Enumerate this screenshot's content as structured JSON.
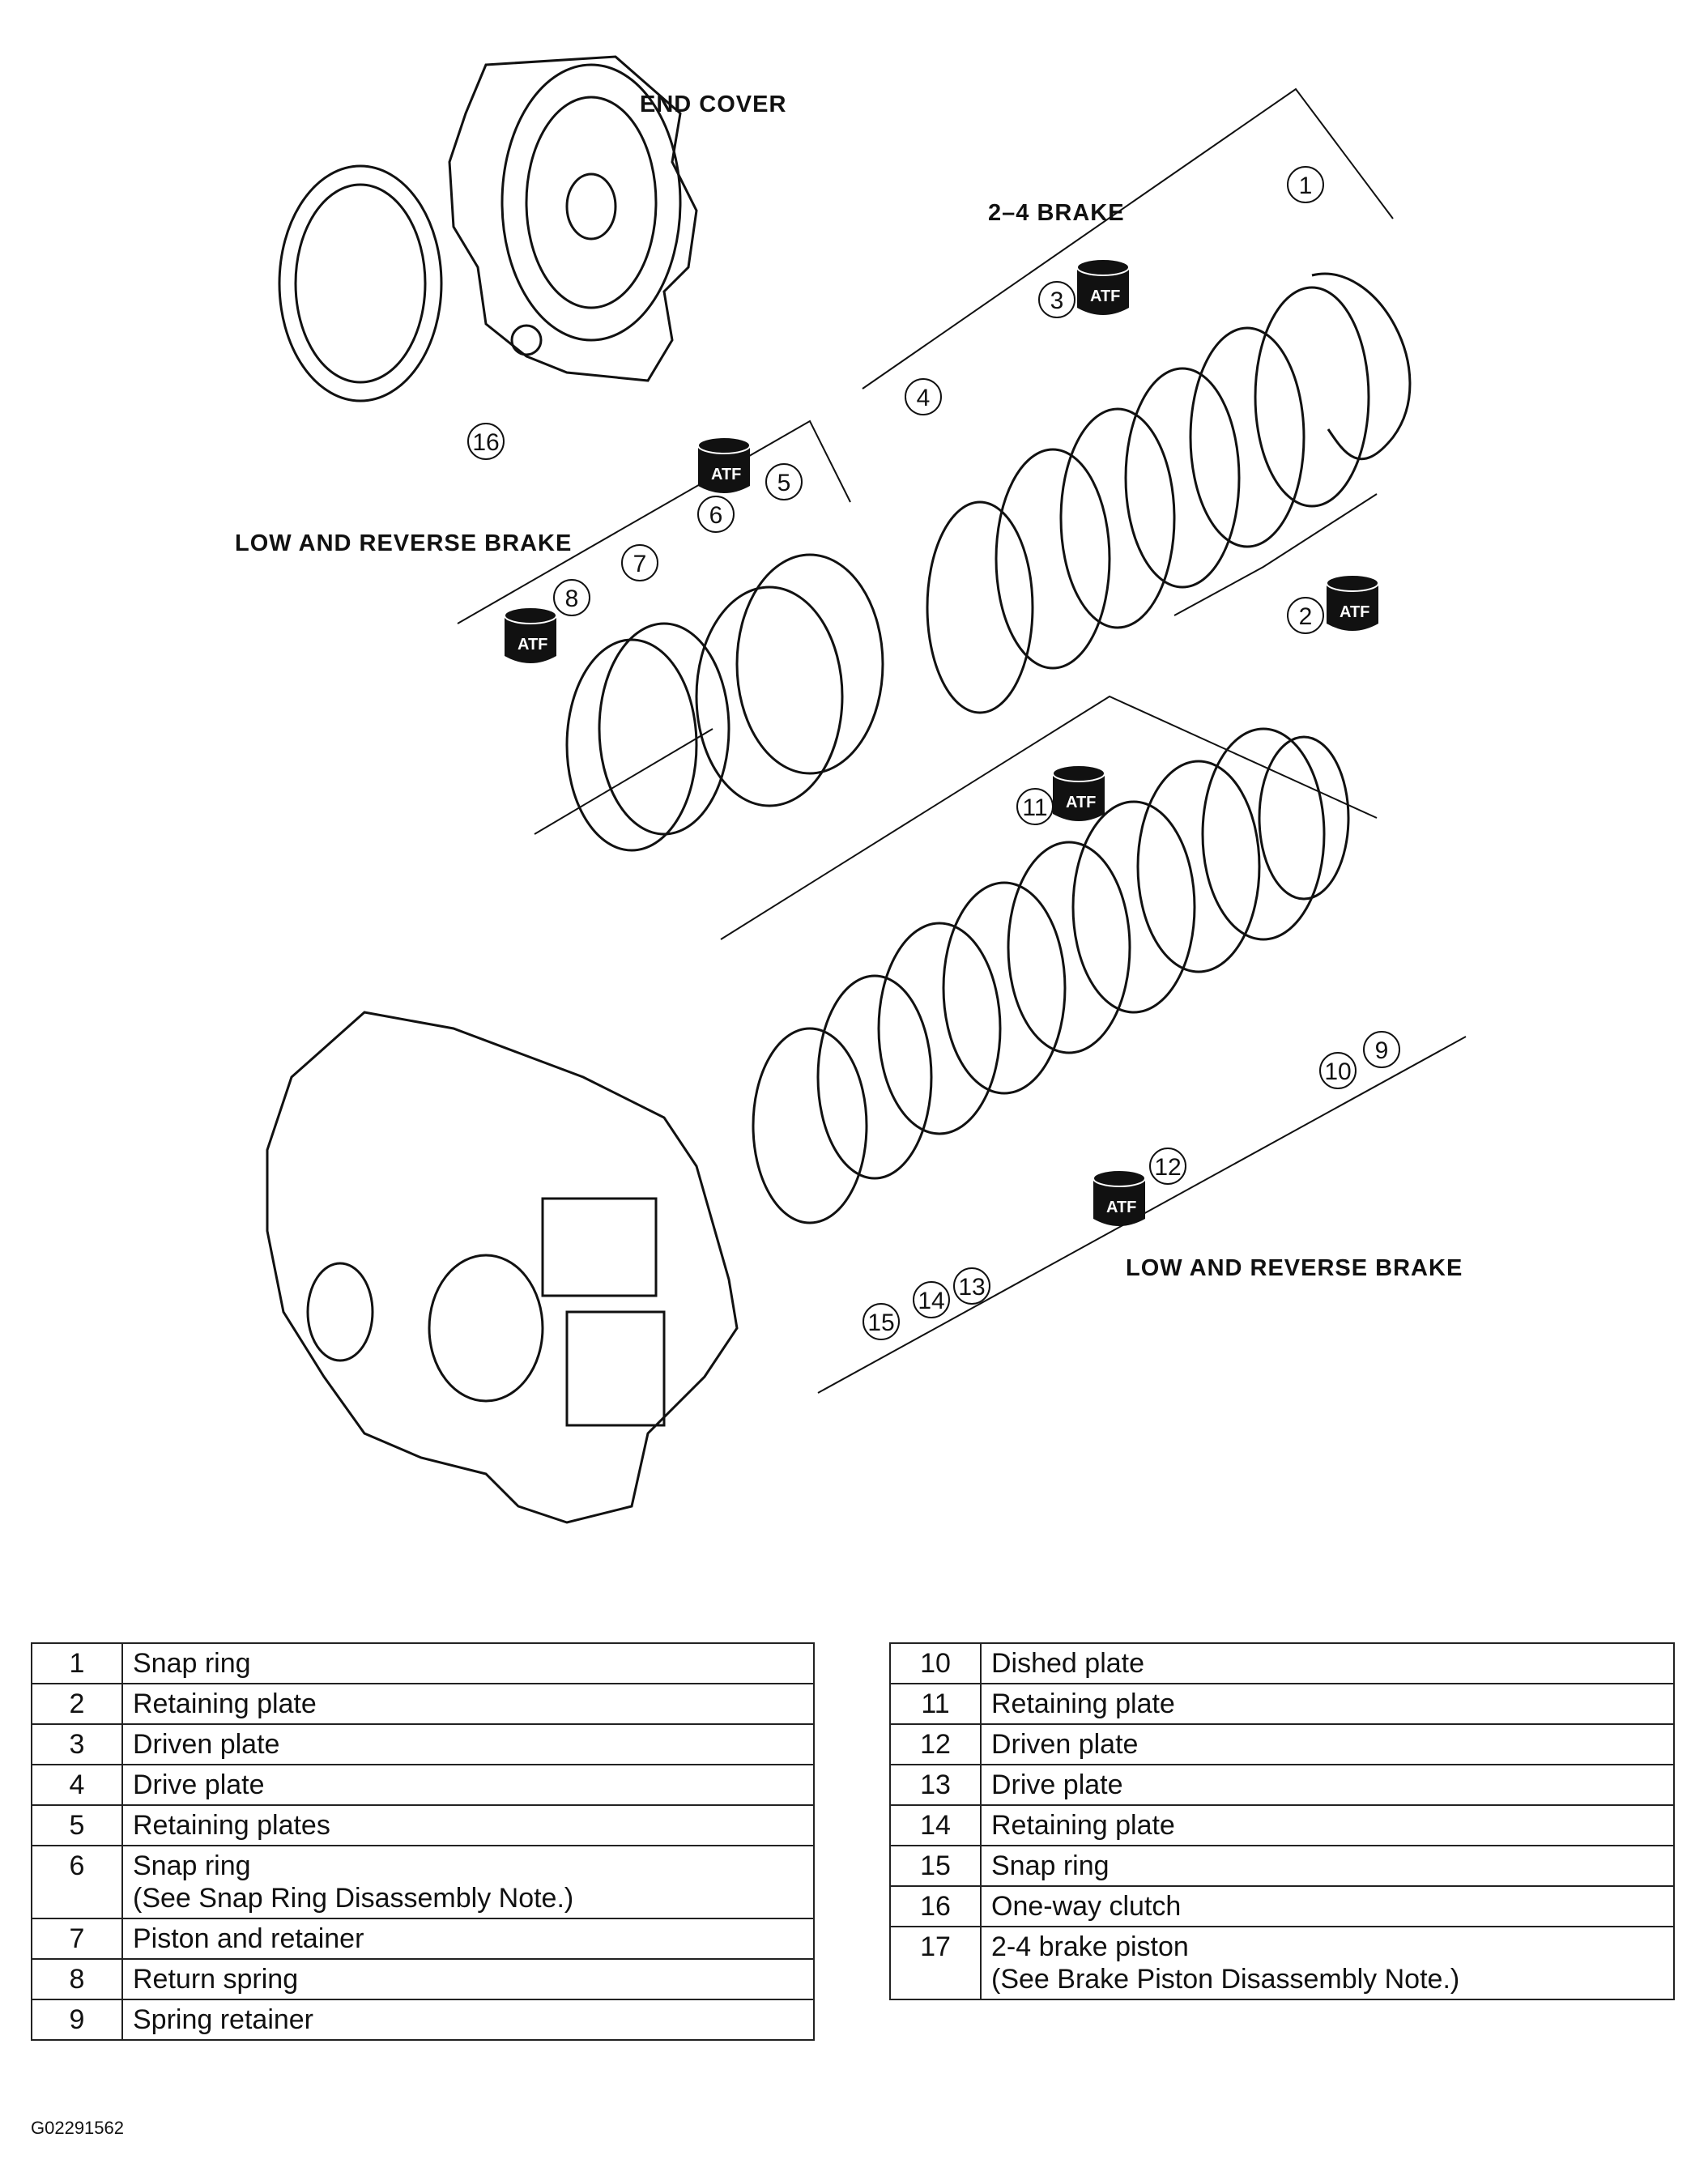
{
  "labels": {
    "end_cover": "END COVER",
    "brake_24": "2–4 BRAKE",
    "low_reverse_upper": "LOW AND REVERSE BRAKE",
    "low_reverse_lower": "LOW AND REVERSE BRAKE",
    "atf": "ATF"
  },
  "callouts": [
    "1",
    "2",
    "3",
    "4",
    "5",
    "6",
    "7",
    "8",
    "9",
    "10",
    "11",
    "12",
    "13",
    "14",
    "15",
    "16"
  ],
  "parts_left": [
    {
      "num": "1",
      "name": "Snap ring",
      "note": ""
    },
    {
      "num": "2",
      "name": "Retaining plate",
      "note": ""
    },
    {
      "num": "3",
      "name": "Driven plate",
      "note": ""
    },
    {
      "num": "4",
      "name": "Drive plate",
      "note": ""
    },
    {
      "num": "5",
      "name": "Retaining plates",
      "note": ""
    },
    {
      "num": "6",
      "name": "Snap ring",
      "note": "(See Snap Ring Disassembly Note.)"
    },
    {
      "num": "7",
      "name": "Piston and retainer",
      "note": ""
    },
    {
      "num": "8",
      "name": "Return spring",
      "note": ""
    },
    {
      "num": "9",
      "name": "Spring retainer",
      "note": ""
    }
  ],
  "parts_right": [
    {
      "num": "10",
      "name": "Dished plate",
      "note": ""
    },
    {
      "num": "11",
      "name": "Retaining plate",
      "note": ""
    },
    {
      "num": "12",
      "name": "Driven plate",
      "note": ""
    },
    {
      "num": "13",
      "name": "Drive plate",
      "note": ""
    },
    {
      "num": "14",
      "name": "Retaining plate",
      "note": ""
    },
    {
      "num": "15",
      "name": "Snap ring",
      "note": ""
    },
    {
      "num": "16",
      "name": "One-way clutch",
      "note": ""
    },
    {
      "num": "17",
      "name": "2-4 brake piston",
      "note": "(See Brake Piston Disassembly Note.)"
    }
  ],
  "figure_code": "G02291562"
}
